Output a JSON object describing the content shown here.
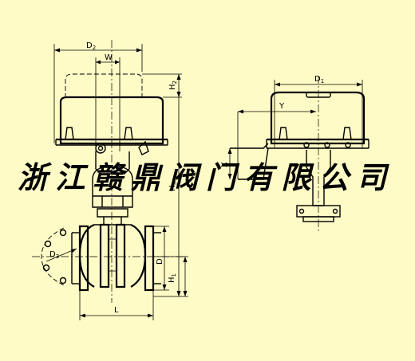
{
  "watermark": "浙江赣鼎阀门有限公司",
  "dimensions": {
    "D2": {
      "main": "D",
      "sub": "2"
    },
    "W": {
      "main": "W",
      "sub": ""
    },
    "H2": {
      "main": "H",
      "sub": "2"
    },
    "H3": {
      "main": "H",
      "sub": "3"
    },
    "D3": {
      "main": "D",
      "sub": "3"
    },
    "D": {
      "main": "D",
      "sub": ""
    },
    "H1": {
      "main": "H",
      "sub": "1"
    },
    "L": {
      "main": "L",
      "sub": ""
    },
    "D1": {
      "main": "D",
      "sub": "1"
    },
    "Y": {
      "main": "Y",
      "sub": ""
    },
    "X": {
      "main": "X",
      "sub": ""
    }
  },
  "colors": {
    "background": "#fffbc6",
    "line": "#000000"
  }
}
